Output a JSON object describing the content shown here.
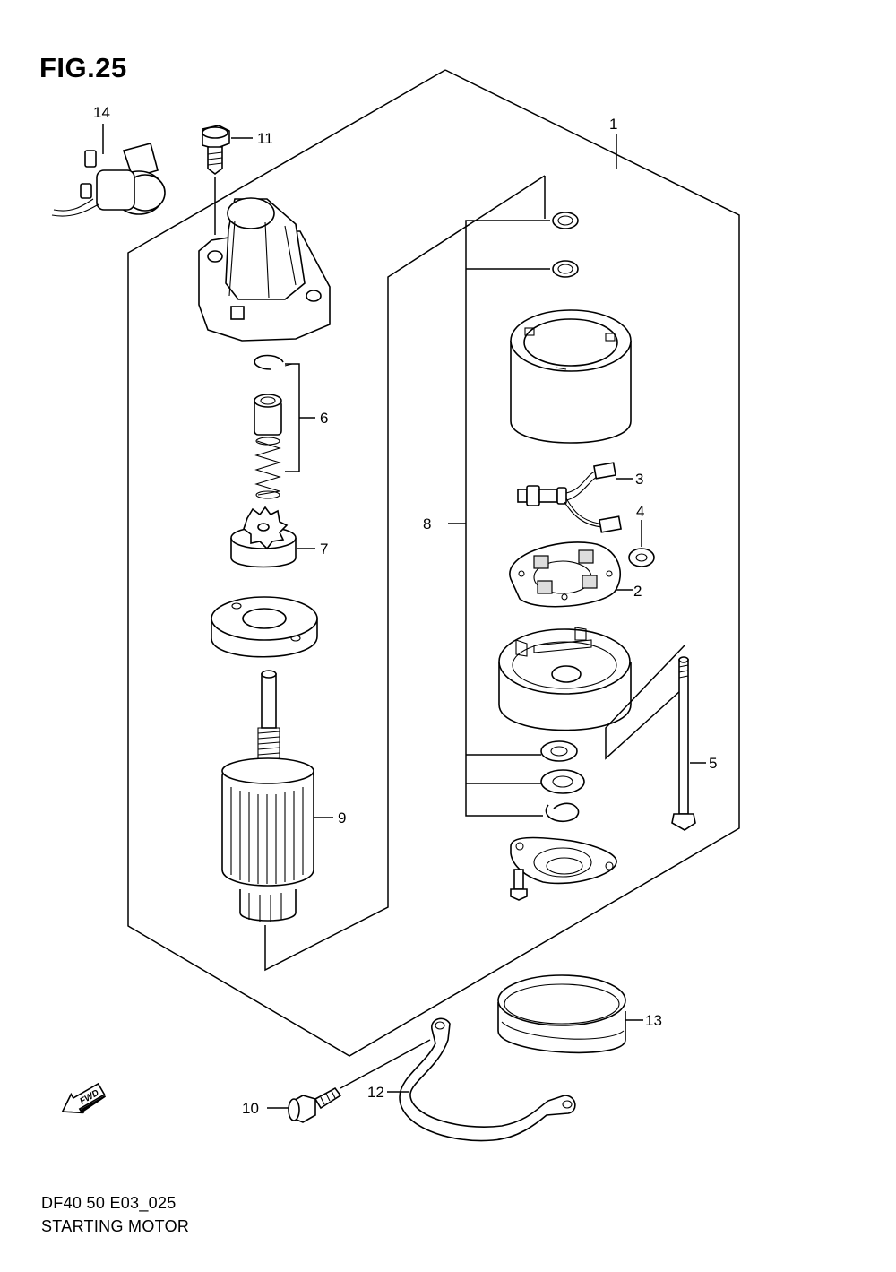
{
  "header": {
    "figure_title": "FIG.25"
  },
  "footer": {
    "model_code": "DF40 50 E03_025",
    "diagram_name": "STARTING MOTOR"
  },
  "fwd_badge": {
    "label": "FWD"
  },
  "callouts": [
    {
      "id": "1",
      "label": "1"
    },
    {
      "id": "2",
      "label": "2"
    },
    {
      "id": "3",
      "label": "3"
    },
    {
      "id": "4",
      "label": "4"
    },
    {
      "id": "5",
      "label": "5"
    },
    {
      "id": "6",
      "label": "6"
    },
    {
      "id": "7",
      "label": "7"
    },
    {
      "id": "8",
      "label": "8"
    },
    {
      "id": "9",
      "label": "9"
    },
    {
      "id": "10",
      "label": "10"
    },
    {
      "id": "11",
      "label": "11"
    },
    {
      "id": "12",
      "label": "12"
    },
    {
      "id": "13",
      "label": "13"
    },
    {
      "id": "14",
      "label": "14"
    }
  ]
}
